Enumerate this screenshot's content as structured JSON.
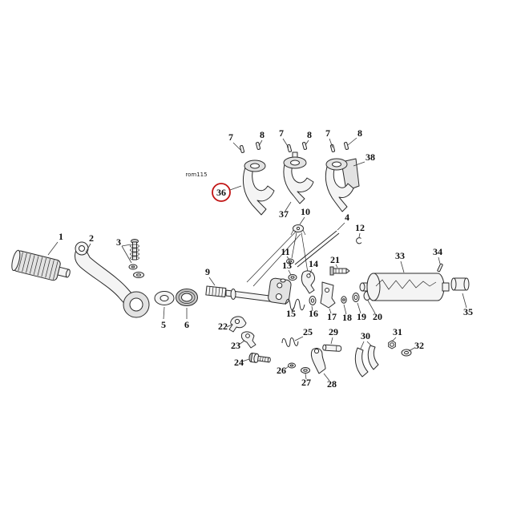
{
  "diagram": {
    "note": "rom115",
    "highlight": {
      "part": "36",
      "color": "#c11313"
    },
    "line_color": "#2b2b2b",
    "background": "#ffffff",
    "parts": {
      "1": "1",
      "2": "2",
      "3": "3",
      "4": "4",
      "5": "5",
      "6": "6",
      "7": "7",
      "8": "8",
      "9": "9",
      "10": "10",
      "11": "11",
      "12": "12",
      "13": "13",
      "14": "14",
      "15": "15",
      "16": "16",
      "17": "17",
      "18": "18",
      "19": "19",
      "20": "20",
      "21": "21",
      "22": "22",
      "23": "23",
      "24": "24",
      "25": "25",
      "26": "26",
      "27": "27",
      "28": "28",
      "29": "29",
      "30": "30",
      "31": "31",
      "32": "32",
      "33": "33",
      "34": "34",
      "35": "35",
      "36": "36",
      "37": "37",
      "38": "38"
    }
  }
}
